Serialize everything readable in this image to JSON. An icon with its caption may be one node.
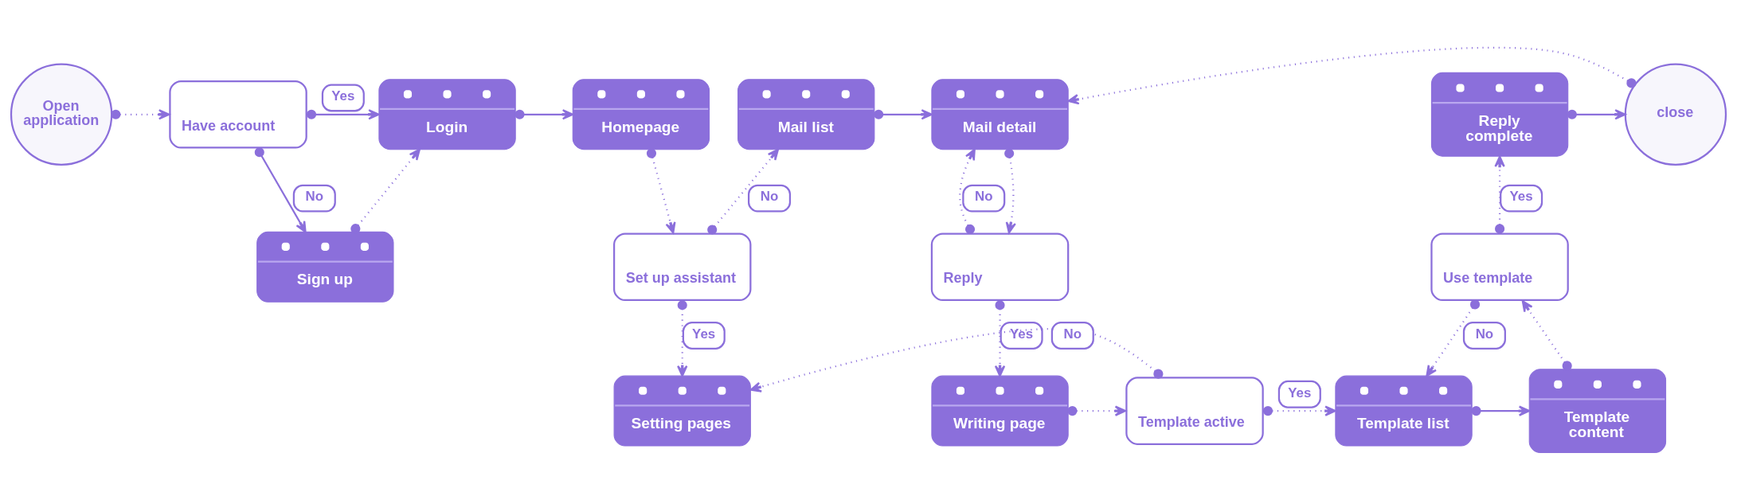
{
  "diagram": {
    "nodes": [
      {
        "text": [
          "Open application"
        ]
      },
      {
        "text": [
          "Have account"
        ]
      },
      {
        "text": [
          "Login"
        ]
      },
      {
        "text": [
          "Homepage"
        ]
      },
      {
        "text": [
          "Mail list"
        ]
      },
      {
        "text": [
          "Mail detail"
        ]
      },
      {
        "text": [
          "Reply complete"
        ]
      },
      {
        "text": [
          "close"
        ]
      },
      {
        "text": [
          "Sign up"
        ]
      },
      {
        "text": [
          "Set up assistant"
        ]
      },
      {
        "text": [
          "Reply"
        ]
      },
      {
        "text": [
          "Use template"
        ]
      },
      {
        "text": [
          "Setting pages"
        ]
      },
      {
        "text": [
          "Writing page"
        ]
      },
      {
        "text": [
          "Template active"
        ]
      },
      {
        "text": [
          "Template list"
        ]
      },
      {
        "text": [
          "Template content"
        ]
      }
    ],
    "edges": [
      {
        "from": 0,
        "to": 1,
        "arrow": "to",
        "style": "dashed"
      },
      {
        "from": 1,
        "to": 2,
        "arrow": "to",
        "label": "Yes"
      },
      {
        "from": 1,
        "to": 8,
        "arrow": "to",
        "label": "No"
      },
      {
        "from": 8,
        "to": 2,
        "arrow": "to",
        "style": "dashed"
      },
      {
        "from": 2,
        "to": 3,
        "arrow": "to"
      },
      {
        "from": 3,
        "to": 9,
        "arrow": "to",
        "style": "dashed"
      },
      {
        "from": 9,
        "to": 4,
        "arrow": "to",
        "label": "No",
        "style": "dashed"
      },
      {
        "from": 9,
        "to": 12,
        "arrow": "to",
        "label": "Yes",
        "style": "dashed"
      },
      {
        "from": 4,
        "to": 5,
        "arrow": "to"
      },
      {
        "from": 5,
        "to": 10,
        "arrow": "to",
        "style": "dashed"
      },
      {
        "from": 10,
        "to": 5,
        "arrow": "to",
        "label": "No",
        "style": "dashed"
      },
      {
        "from": 10,
        "to": 13,
        "arrow": "to",
        "label": "Yes",
        "style": "dashed"
      },
      {
        "from": 13,
        "to": 14,
        "arrow": "to",
        "style": "dashed"
      },
      {
        "from": 14,
        "to": 15,
        "arrow": "to",
        "label": "Yes",
        "style": "dashed"
      },
      {
        "from": 14,
        "to": 12,
        "arrow": "to",
        "label": "No",
        "style": "dashed"
      },
      {
        "from": 15,
        "to": 16,
        "arrow": "to"
      },
      {
        "from": 16,
        "to": 11,
        "arrow": "to",
        "style": "dashed"
      },
      {
        "from": 11,
        "to": 15,
        "arrow": "to",
        "label": "No",
        "style": "dashed"
      },
      {
        "from": 11,
        "to": 6,
        "arrow": "to",
        "label": "Yes",
        "style": "dashed"
      },
      {
        "from": 6,
        "to": 7,
        "arrow": "to"
      },
      {
        "from": 7,
        "to": 5,
        "arrow": "to",
        "style": "dashed"
      }
    ]
  }
}
